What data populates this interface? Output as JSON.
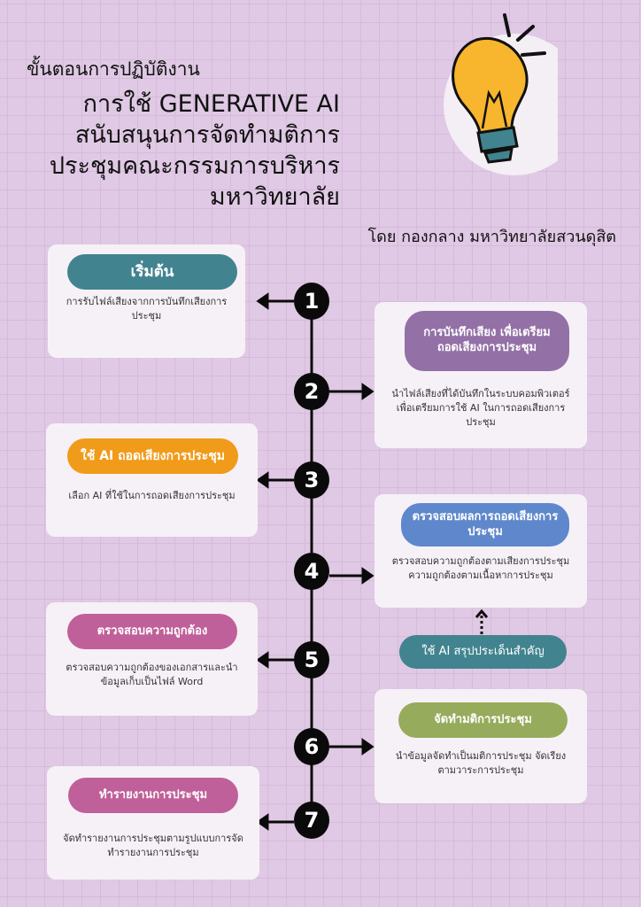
{
  "title": {
    "line1": "ขั้นตอนการปฏิบัติงาน",
    "line2": "การใช้ GENERATIVE AI",
    "line3": "สนับสนุนการจัดทำมติการ",
    "line4": "ประชุมคณะกรรมการบริหาร",
    "line5": "มหาวิทยาลัย"
  },
  "author": "โดย กองกลาง มหาวิทยาลัยสวนดุสิต",
  "steps": [
    {
      "number": "1",
      "title": "เริ่มต้น",
      "desc": "การรับไฟล์เสียงจากการบันทึกเสียงการประชุม",
      "color": "#41848f"
    },
    {
      "number": "2",
      "title": "การบันทึกเสียง เพื่อเตรียมถอดเสียงการประชุม",
      "desc": "นำไฟล์เสียงที่ได้บันทึกในระบบคอมพิวเตอร์เพื่อเตรียมการใช้ AI ในการถอดเสียงการประชุม",
      "color": "#9370a6"
    },
    {
      "number": "3",
      "title": "ใช้ AI ถอดเสียงการประชุม",
      "desc": "เลือก AI ที่ใช้ในการถอดเสียงการประชุม",
      "color": "#f09b1a"
    },
    {
      "number": "4",
      "title": "ตรวจสอบผลการถอดเสียงการประชุม",
      "desc": "ตรวจสอบความถูกต้องตามเสียงการประชุม ความถูกต้องตามเนื้อหาการประชุม",
      "color": "#5e87cc"
    },
    {
      "number": "5",
      "title": "ตรวจสอบความถูกต้อง",
      "desc": "ตรวจสอบความถูกต้องของเอกสารและนำข้อมูลเก็บเป็นไฟล์ Word",
      "color": "#c0609a"
    },
    {
      "number": "6",
      "title": "จัดทำมติการประชุม",
      "desc": "นำข้อมูลจัดทำเป็นมติการประชุม จัดเรียงตามวาระการประชุม",
      "color": "#97ab5c"
    },
    {
      "number": "7",
      "title": "ทำรายงานการประชุม",
      "desc": "จัดทำรายงานการประชุมตามรูปแบบการจัดทำรายงานการประชุม",
      "color": "#c0609a"
    }
  ],
  "ai_summary": "ใช้ AI สรุปประเด็นสำคัญ"
}
